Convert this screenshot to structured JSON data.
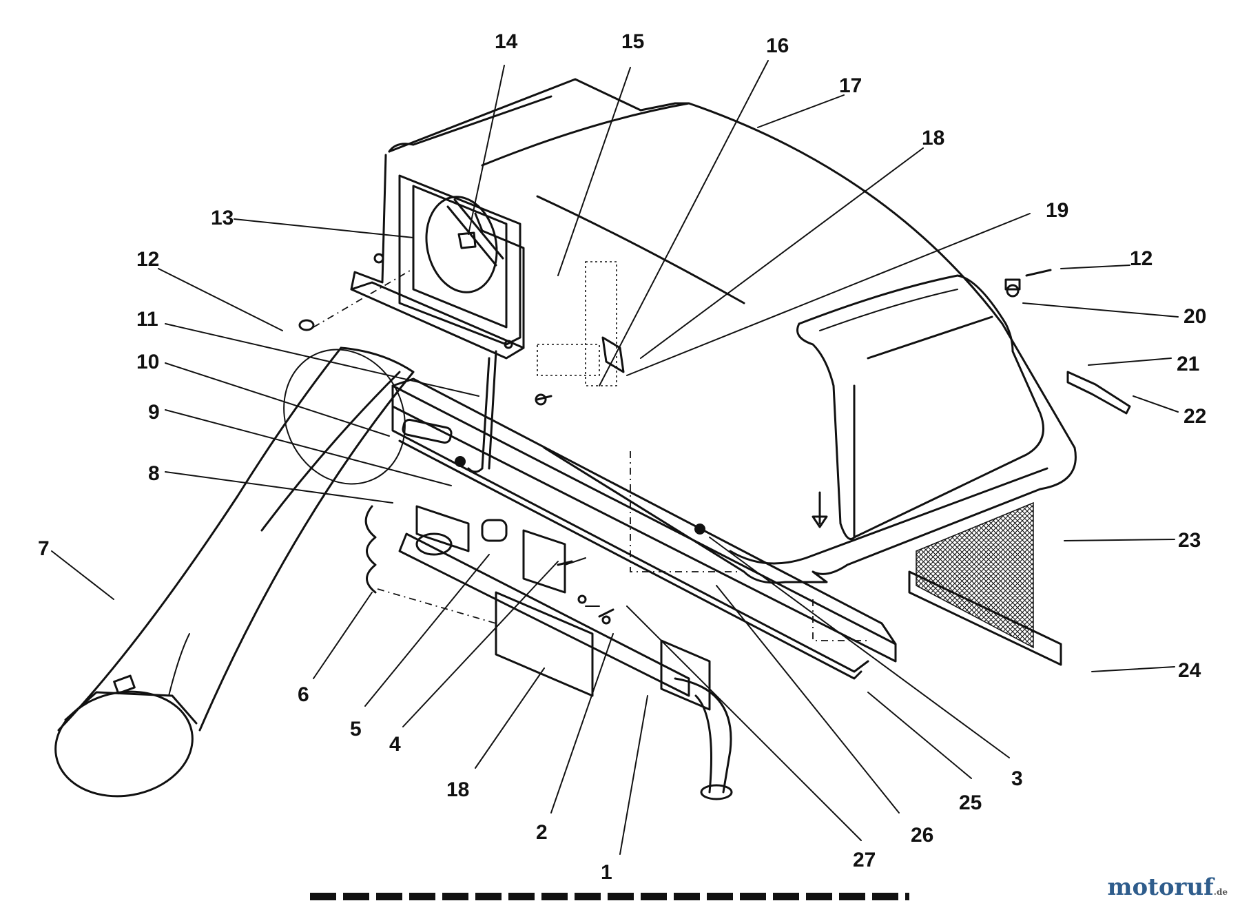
{
  "diagram": {
    "callouts": [
      {
        "id": "c14",
        "label": "14"
      },
      {
        "id": "c15",
        "label": "15"
      },
      {
        "id": "c16",
        "label": "16"
      },
      {
        "id": "c17",
        "label": "17"
      },
      {
        "id": "c18a",
        "label": "18"
      },
      {
        "id": "c19",
        "label": "19"
      },
      {
        "id": "c13",
        "label": "13"
      },
      {
        "id": "c12a",
        "label": "12"
      },
      {
        "id": "c12b",
        "label": "12"
      },
      {
        "id": "c20",
        "label": "20"
      },
      {
        "id": "c11",
        "label": "11"
      },
      {
        "id": "c10",
        "label": "10"
      },
      {
        "id": "c21",
        "label": "21"
      },
      {
        "id": "c22",
        "label": "22"
      },
      {
        "id": "c9",
        "label": "9"
      },
      {
        "id": "c8",
        "label": "8"
      },
      {
        "id": "c7",
        "label": "7"
      },
      {
        "id": "c23",
        "label": "23"
      },
      {
        "id": "c24",
        "label": "24"
      },
      {
        "id": "c6",
        "label": "6"
      },
      {
        "id": "c5",
        "label": "5"
      },
      {
        "id": "c4",
        "label": "4"
      },
      {
        "id": "c18b",
        "label": "18"
      },
      {
        "id": "c2",
        "label": "2"
      },
      {
        "id": "c1",
        "label": "1"
      },
      {
        "id": "c27",
        "label": "27"
      },
      {
        "id": "c26",
        "label": "26"
      },
      {
        "id": "c25",
        "label": "25"
      },
      {
        "id": "c3",
        "label": "3"
      }
    ]
  },
  "watermark": {
    "brand": "motoruf",
    "suffix": ".de",
    "color": "#2f5d8c"
  }
}
